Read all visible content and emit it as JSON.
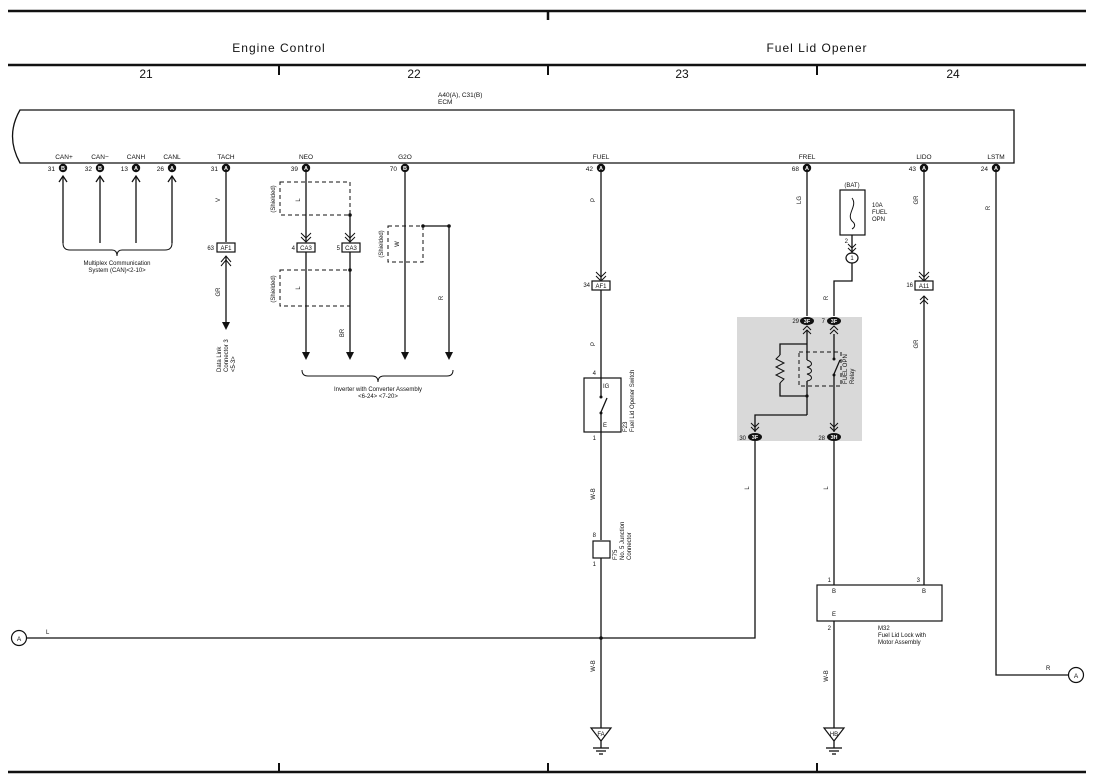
{
  "sections": {
    "engine_control": "Engine Control",
    "fuel_lid_opener": "Fuel Lid Opener"
  },
  "columns": [
    "21",
    "22",
    "23",
    "24"
  ],
  "ecm": {
    "connectors": "A40(A), C31(B)",
    "name": "ECM"
  },
  "ecm_pins": [
    {
      "label": "CAN+",
      "num": "31",
      "conn": "B"
    },
    {
      "label": "CAN−",
      "num": "32",
      "conn": "B"
    },
    {
      "label": "CANH",
      "num": "13",
      "conn": "A"
    },
    {
      "label": "CANL",
      "num": "26",
      "conn": "A"
    },
    {
      "label": "TACH",
      "num": "31",
      "conn": "A"
    },
    {
      "label": "NEO",
      "num": "39",
      "conn": "A"
    },
    {
      "label": "G2O",
      "num": "70",
      "conn": "B"
    },
    {
      "label": "FUEL",
      "num": "42",
      "conn": "A"
    },
    {
      "label": "FREL",
      "num": "68",
      "conn": "A"
    },
    {
      "label": "LIDO",
      "num": "43",
      "conn": "A"
    },
    {
      "label": "LSTM",
      "num": "24",
      "conn": "A"
    }
  ],
  "can_note": {
    "line1": "Multiplex Communication",
    "line2": "System (CAN)<2-10>"
  },
  "tach": {
    "wire": "V",
    "conn_num": "63",
    "conn": "AF1",
    "wire2": "GR",
    "dest1": "Data Link",
    "dest2": "Connector 3",
    "dest3": "<5-3>"
  },
  "neo": {
    "shielded": "(Shielded)",
    "wire": "L",
    "pin_a": "4",
    "pin_b": "5",
    "conn": "CA3",
    "wire_br": "BR"
  },
  "g2o": {
    "shielded": "(Shielded)",
    "wire": "W",
    "wire2": "R"
  },
  "inverter_note": {
    "line1": "Inverter with Converter Assembly",
    "line2": "<6-24> <7-20>"
  },
  "fuel": {
    "wire_p": "P",
    "junc_num": "34",
    "junc_conn": "AF1",
    "switch_pin_top": "4",
    "switch_ig": "IG",
    "switch_e": "E",
    "switch_pin_bot": "1",
    "switch_id": "F23",
    "switch_name": "Fuel Lid Opener Switch",
    "wire_wb": "W-B",
    "jc_pin_top": "8",
    "jc_pin_bot": "1",
    "jc_id": "F75",
    "jc_name1": "No. 5 Junction",
    "jc_name2": "Connector",
    "wire_wb2": "W-B",
    "ground": "FA"
  },
  "frel": {
    "wire": "LG",
    "pin": "29",
    "conn": "3F"
  },
  "bat": {
    "label": "(BAT)",
    "fuse1": "10A",
    "fuse2": "FUEL",
    "fuse3": "OPN",
    "pin2": "2",
    "j1": "1",
    "wire_r": "R",
    "pin7": "7",
    "conn7": "3F"
  },
  "relay": {
    "name1": "FUEL OPN",
    "name2": "Relay",
    "pin30": "30",
    "conn30": "3F",
    "pin28": "28",
    "conn28": "3H"
  },
  "lido": {
    "wire": "GR",
    "pin": "16",
    "conn": "A11",
    "wire2": "GR"
  },
  "lstm": {
    "wire": "R",
    "wire2": "R"
  },
  "lock": {
    "pin1": "1",
    "b1": "B",
    "pin3": "3",
    "b3": "B",
    "e": "E",
    "pin2": "2",
    "id": "M32",
    "name1": "Fuel Lid Lock with",
    "name2": "Motor Assembly",
    "wire_wb": "W-B",
    "ground": "HB"
  },
  "wires": {
    "l_left": "L",
    "l_30": "L",
    "l_28": "L"
  },
  "offpage": {
    "a_left": "A",
    "a_right": "A"
  }
}
